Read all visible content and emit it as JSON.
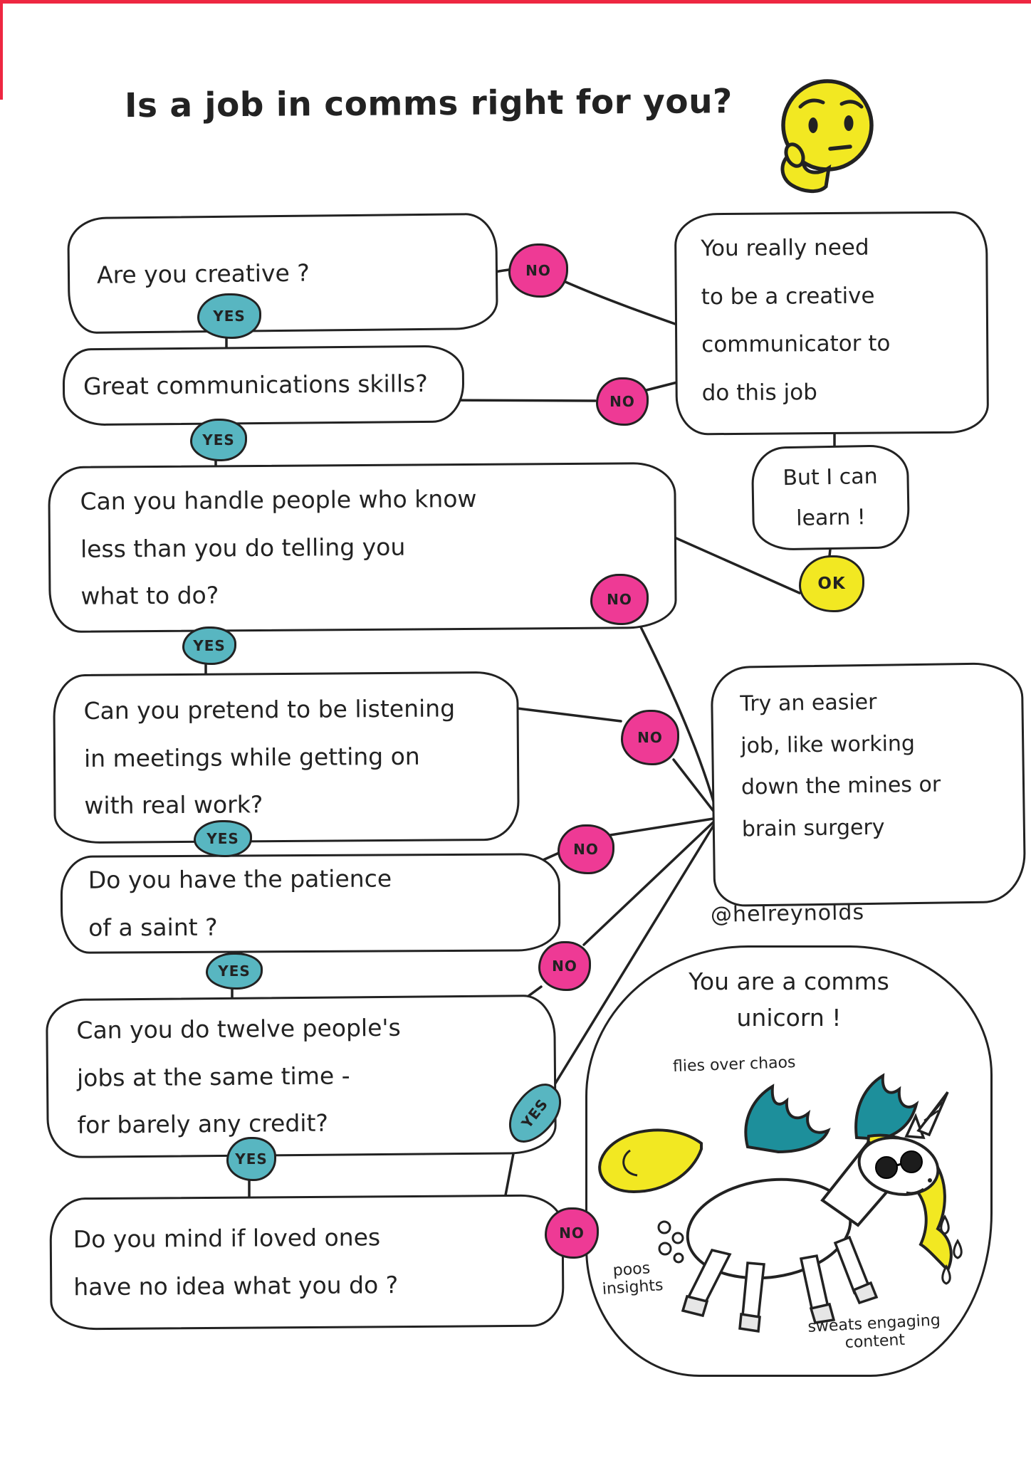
{
  "title": "Is a job in comms right for you?",
  "attribution": "@helreynolds",
  "icons": {
    "title_emoji": "thinking-face"
  },
  "labels": {
    "yes": "YES",
    "no": "NO",
    "ok": "OK"
  },
  "questions": [
    "Are you creative ?",
    "Great communications skills?",
    "Can you handle people who know\nless than you do telling you\nwhat to do?",
    "Can you pretend to be listening\nin meetings while getting on\nwith real work?",
    "Do you have the patience\nof a saint ?",
    "Can you do twelve people's\njobs at the same time -\nfor barely any credit?",
    "Do you mind if loved ones\nhave no idea what you do ?"
  ],
  "outcomes": {
    "need_creative": "You really need\nto be a creative\ncommunicator to\ndo this job",
    "but_learn": "But I can\nlearn !",
    "easier_job": "Try an easier\njob, like working\ndown the mines or\nbrain surgery",
    "comms_unicorn": "You are a comms\nunicorn !"
  },
  "unicorn_captions": {
    "flies": "flies over chaos",
    "poos": "poos\ninsights",
    "sweats": "sweats engaging\ncontent"
  },
  "colors": {
    "ink": "#222222",
    "yes_fill": "#58b6c1",
    "no_fill": "#ee3a95",
    "ok_fill": "#f2e822",
    "wing": "#1d8f9b",
    "mane": "#f2e822",
    "edge_line": "#ee2741"
  }
}
